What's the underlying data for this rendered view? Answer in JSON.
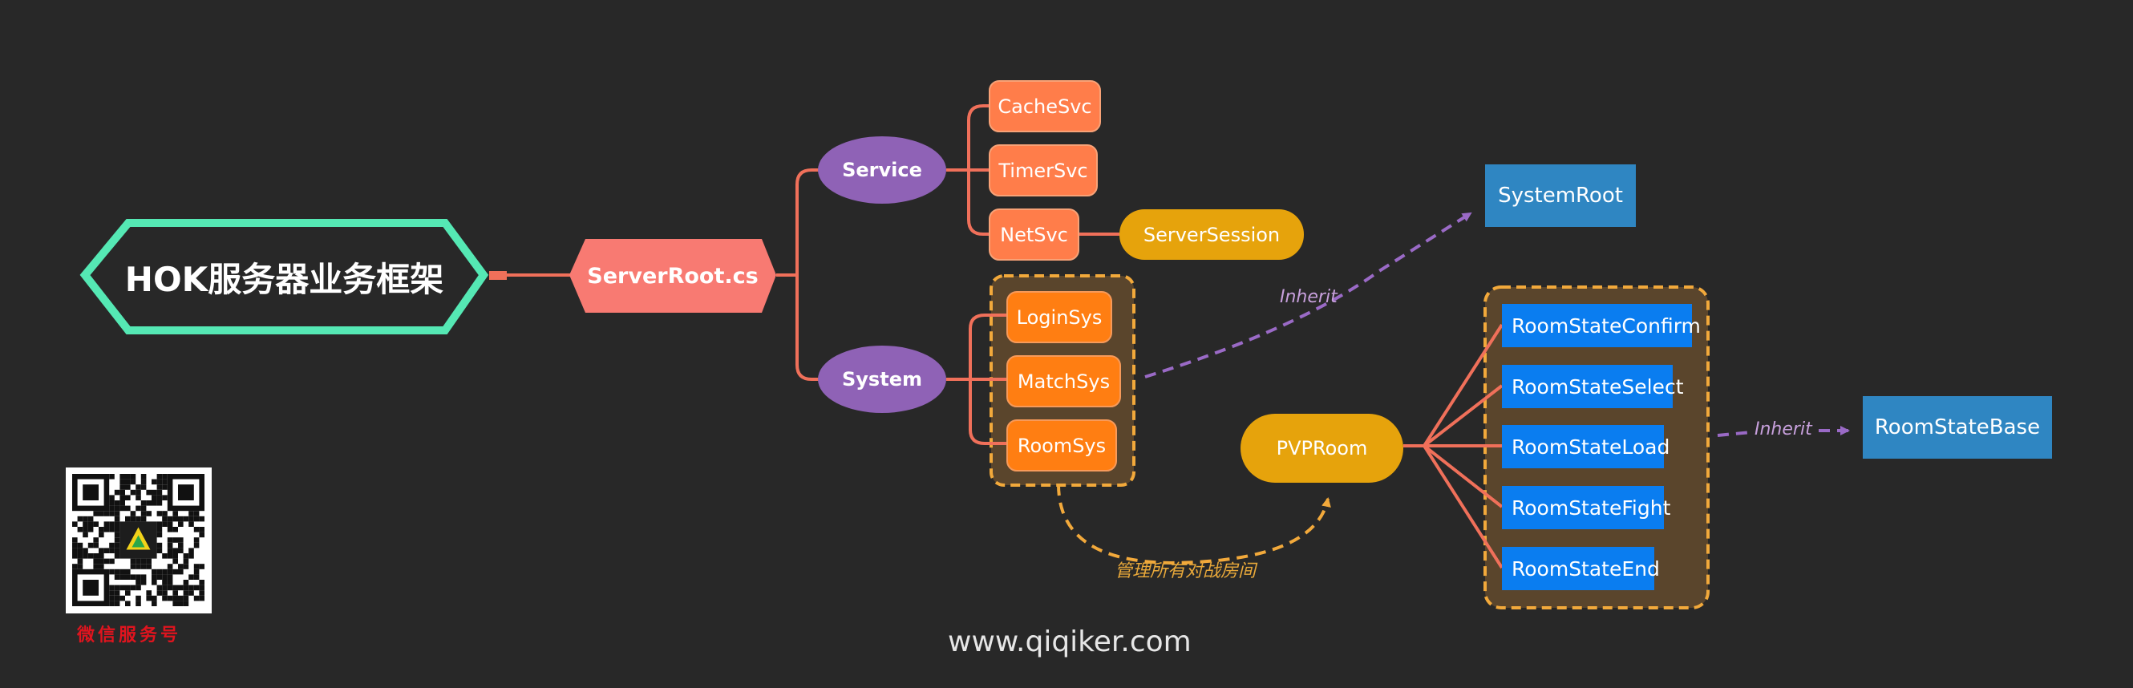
{
  "title": "HOK服务器业务框架",
  "root": "ServerRoot.cs",
  "service": {
    "label": "Service",
    "items": [
      "CacheSvc",
      "TimerSvc",
      "NetSvc"
    ],
    "session": "ServerSession"
  },
  "system": {
    "label": "System",
    "items": [
      "LoginSys",
      "MatchSys",
      "RoomSys"
    ]
  },
  "system_root": "SystemRoot",
  "inherit_label": "Inherit",
  "pvp_room": "PVPRoom",
  "room_states": [
    "RoomStateConfirm",
    "RoomStateSelect",
    "RoomStateLoad",
    "RoomStateFight",
    "RoomStateEnd"
  ],
  "room_state_base": "RoomStateBase",
  "manage_note": "管理所有对战房间",
  "footer_url": "www.qiqiker.com",
  "wechat_label": "微信服务号",
  "colors": {
    "background": "#282828",
    "connector": "#f0705a",
    "title_border": "#55e8b4",
    "root_fill": "#f87a72",
    "ellipse_fill": "#8f62b6",
    "service_leaf": "#ff7d4a",
    "system_leaf": "#ff7e12",
    "gold": "#e6a30c",
    "steel_blue": "#2f86c2",
    "bright_blue": "#0a7df0",
    "inherit_purple": "#9a6ac6",
    "group_fill": "#5a452c",
    "group_border": "#f2a93b"
  }
}
